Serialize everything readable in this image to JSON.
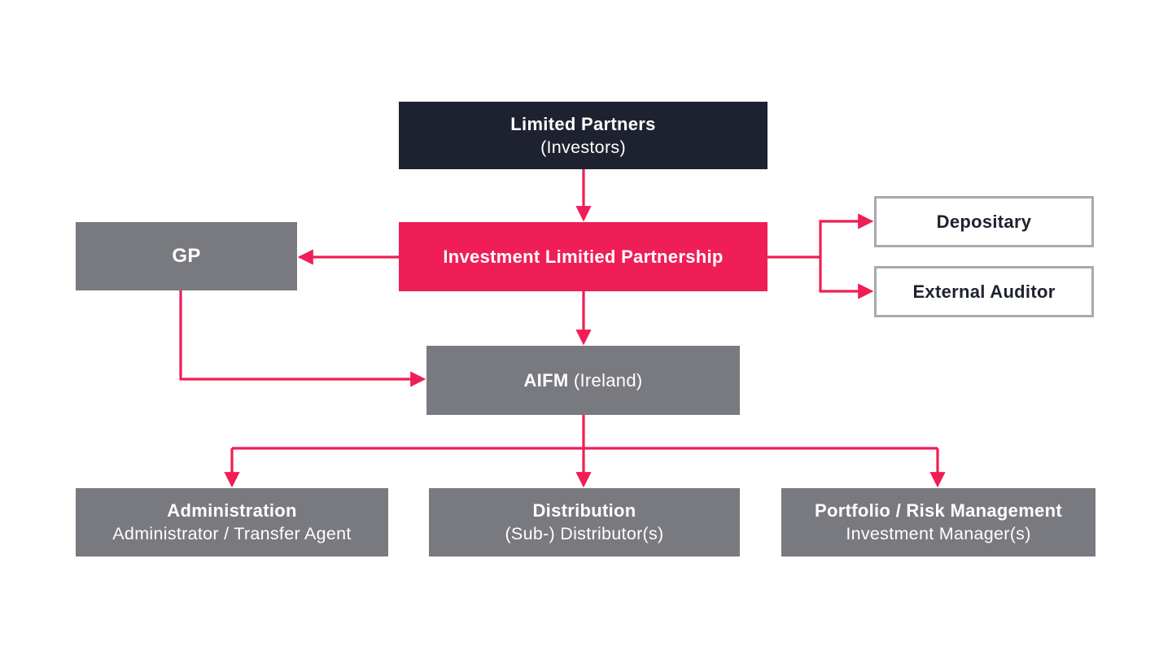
{
  "diagram": {
    "description": "Investment Limited Partnership fund structure diagram",
    "colors": {
      "accent_pink": "#F01E56",
      "dark_navy": "#1E2230",
      "box_gray": "#797A7F",
      "outline_gray": "#A9AAAE",
      "background": "#FFFFFF"
    },
    "nodes": {
      "limited_partners": {
        "line1": "Limited Partners",
        "line2": "(Investors)"
      },
      "ilp": {
        "label": "Investment Limitied Partnership"
      },
      "gp": {
        "label": "GP"
      },
      "depositary": {
        "label": "Depositary"
      },
      "external_auditor": {
        "label": "External Auditor"
      },
      "aifm": {
        "bold": "AIFM",
        "rest": " (Ireland)"
      },
      "administration": {
        "line1": "Administration",
        "line2": "Administrator / Transfer Agent"
      },
      "distribution": {
        "line1": "Distribution",
        "line2": "(Sub-) Distributor(s)"
      },
      "portfolio": {
        "line1": "Portfolio / Risk Management",
        "line2": "Investment Manager(s)"
      }
    },
    "edges": [
      "limited_partners -> ilp",
      "ilp -> gp",
      "ilp -> depositary",
      "ilp -> external_auditor",
      "ilp -> aifm",
      "gp -> aifm",
      "aifm -> administration",
      "aifm -> distribution",
      "aifm -> portfolio"
    ]
  }
}
